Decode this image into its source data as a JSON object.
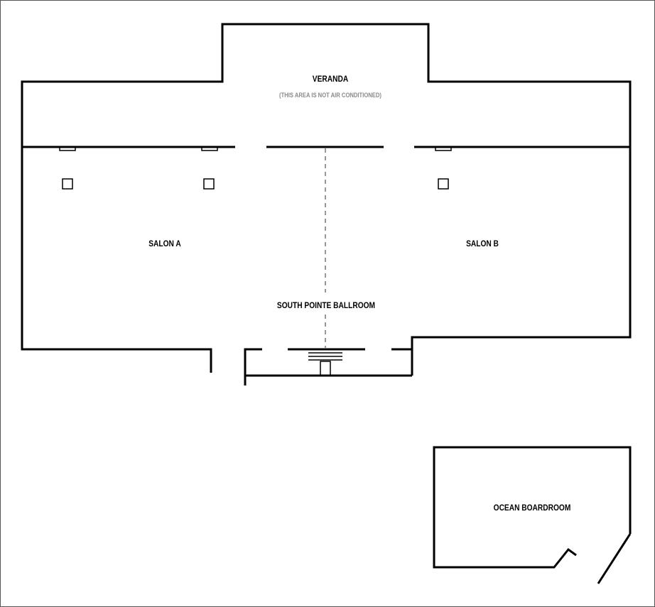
{
  "rooms": {
    "veranda": {
      "name": "VERANDA",
      "note": "(THIS AREA IS NOT AIR CONDITIONED)"
    },
    "salon_a": {
      "name": "SALON A"
    },
    "salon_b": {
      "name": "SALON B"
    },
    "ballroom": {
      "name": "SOUTH POINTE BALLROOM"
    },
    "boardroom": {
      "name": "OCEAN BOARDROOM"
    }
  },
  "colors": {
    "walls": "#000000",
    "partition": "#777777",
    "note_text": "#8a8a8a",
    "background": "#ffffff"
  }
}
